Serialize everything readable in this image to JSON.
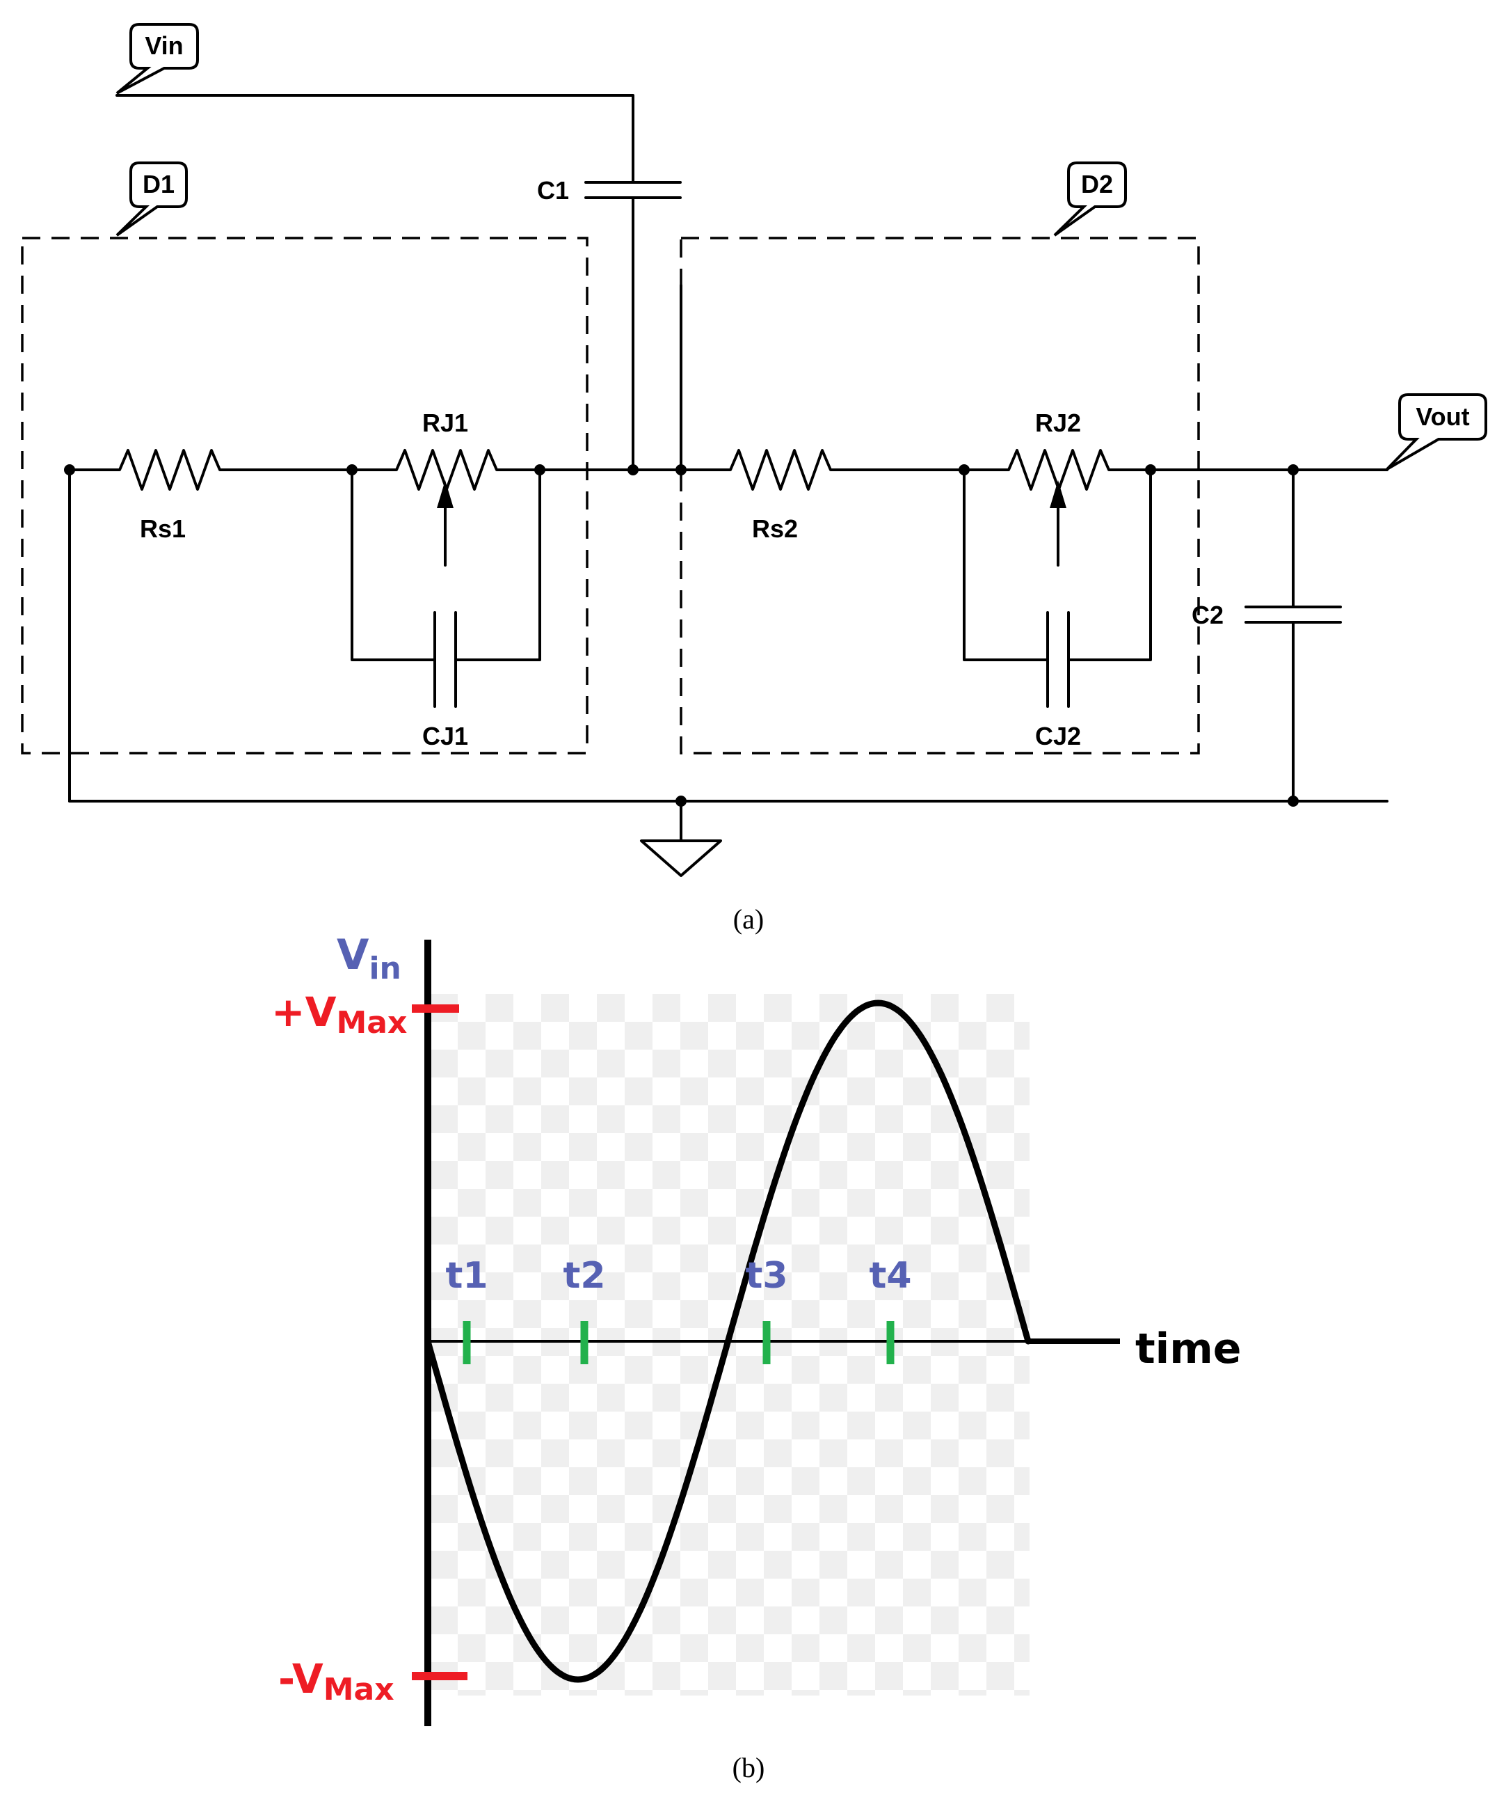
{
  "circuit": {
    "tags": {
      "vin": "Vin",
      "d1": "D1",
      "d2": "D2",
      "vout": "Vout"
    },
    "components": {
      "c1": "C1",
      "c2": "C2",
      "rs1": "Rs1",
      "rj1": "RJ1",
      "cj1": "CJ1",
      "rs2": "Rs2",
      "rj2": "RJ2",
      "cj2": "CJ2"
    },
    "caption": "(a)"
  },
  "waveform": {
    "y_label_main": "V",
    "y_label_sub": "in",
    "vmax_pos_main": "+V",
    "vmax_pos_sub": "Max",
    "vmax_neg_main": "-V",
    "vmax_neg_sub": "Max",
    "x_label": "time",
    "markers": [
      "t1",
      "t2",
      "t3",
      "t4"
    ],
    "colors": {
      "axis_label": "#5661b3",
      "limits": "#ee1c24",
      "markers": "#22b14c",
      "curve": "#000000"
    },
    "caption": "(b)"
  }
}
